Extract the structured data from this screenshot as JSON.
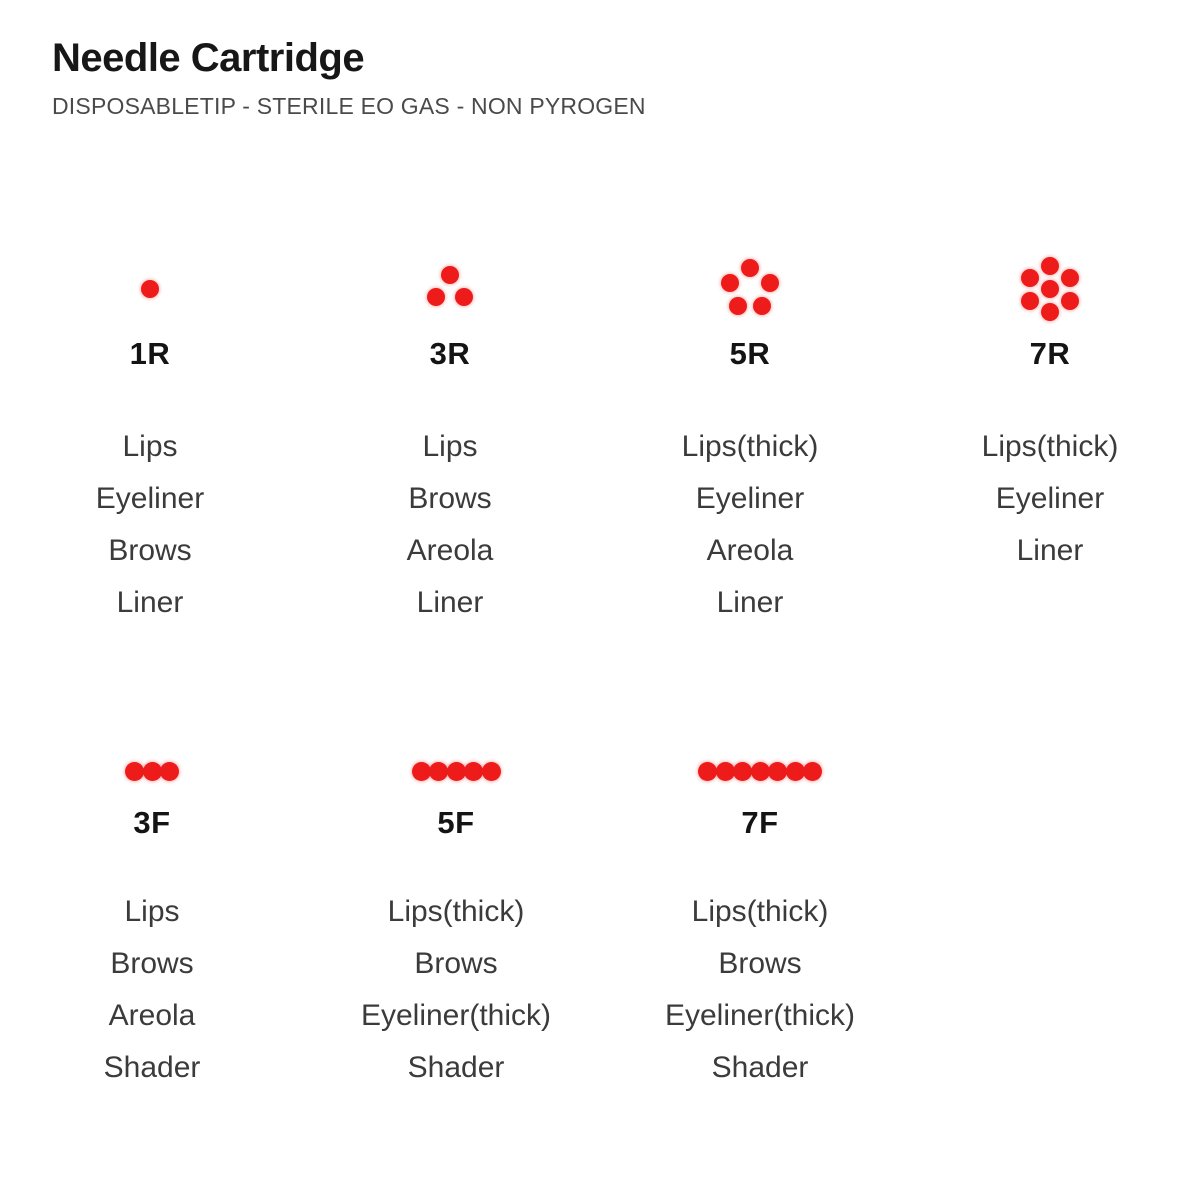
{
  "header": {
    "title": "Needle Cartridge",
    "subtitle": "DISPOSABLETIP - STERILE EO GAS - NON PYROGEN"
  },
  "colors": {
    "dot_red": "#ee1b1b",
    "title_black": "#171717",
    "body_gray": "#3b3b3b",
    "background": "#ffffff"
  },
  "round_needles": [
    {
      "code": "1R",
      "dot_count": 1,
      "pattern": "single",
      "uses": [
        "Lips",
        "Eyeliner",
        "Brows",
        "Liner"
      ]
    },
    {
      "code": "3R",
      "dot_count": 3,
      "pattern": "triangle",
      "uses": [
        "Lips",
        "Brows",
        "Areola",
        "Liner"
      ]
    },
    {
      "code": "5R",
      "dot_count": 5,
      "pattern": "pentagon-ring",
      "uses": [
        "Lips(thick)",
        "Eyeliner",
        "Areola",
        "Liner"
      ]
    },
    {
      "code": "7R",
      "dot_count": 7,
      "pattern": "hexagon-with-center",
      "uses": [
        "Lips(thick)",
        "Eyeliner",
        "Liner"
      ]
    }
  ],
  "flat_needles": [
    {
      "code": "3F",
      "dot_count": 3,
      "pattern": "row",
      "uses": [
        "Lips",
        "Brows",
        "Areola",
        "Shader"
      ]
    },
    {
      "code": "5F",
      "dot_count": 5,
      "pattern": "row",
      "uses": [
        "Lips(thick)",
        "Brows",
        "Eyeliner(thick)",
        "Shader"
      ]
    },
    {
      "code": "7F",
      "dot_count": 7,
      "pattern": "row",
      "uses": [
        "Lips(thick)",
        "Brows",
        "Eyeliner(thick)",
        "Shader"
      ]
    }
  ]
}
